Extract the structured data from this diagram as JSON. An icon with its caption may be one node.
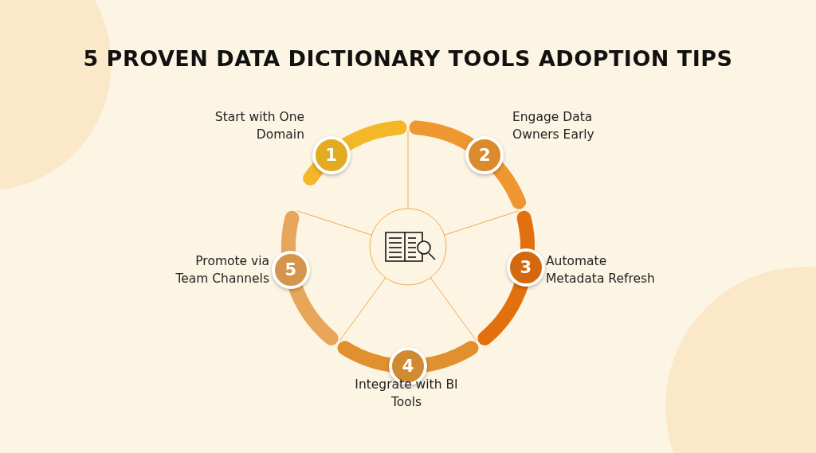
{
  "diagram": {
    "title": "5 PROVEN DATA DICTIONARY TOOLS ADOPTION TIPS",
    "nodes": [
      {
        "text": [
          "1"
        ],
        "beside": [
          "Start with One Domain"
        ]
      },
      {
        "text": [
          "2"
        ],
        "beside": [
          "Engage Data Owners Early"
        ]
      },
      {
        "text": [
          "3"
        ],
        "beside": [
          "Automate Metadata Refresh"
        ]
      },
      {
        "text": [
          "4"
        ],
        "beside": [
          "Integrate with BI Tools"
        ]
      },
      {
        "text": [
          "5"
        ],
        "beside": [
          "Promote via Team Channels"
        ]
      }
    ],
    "edges": []
  }
}
